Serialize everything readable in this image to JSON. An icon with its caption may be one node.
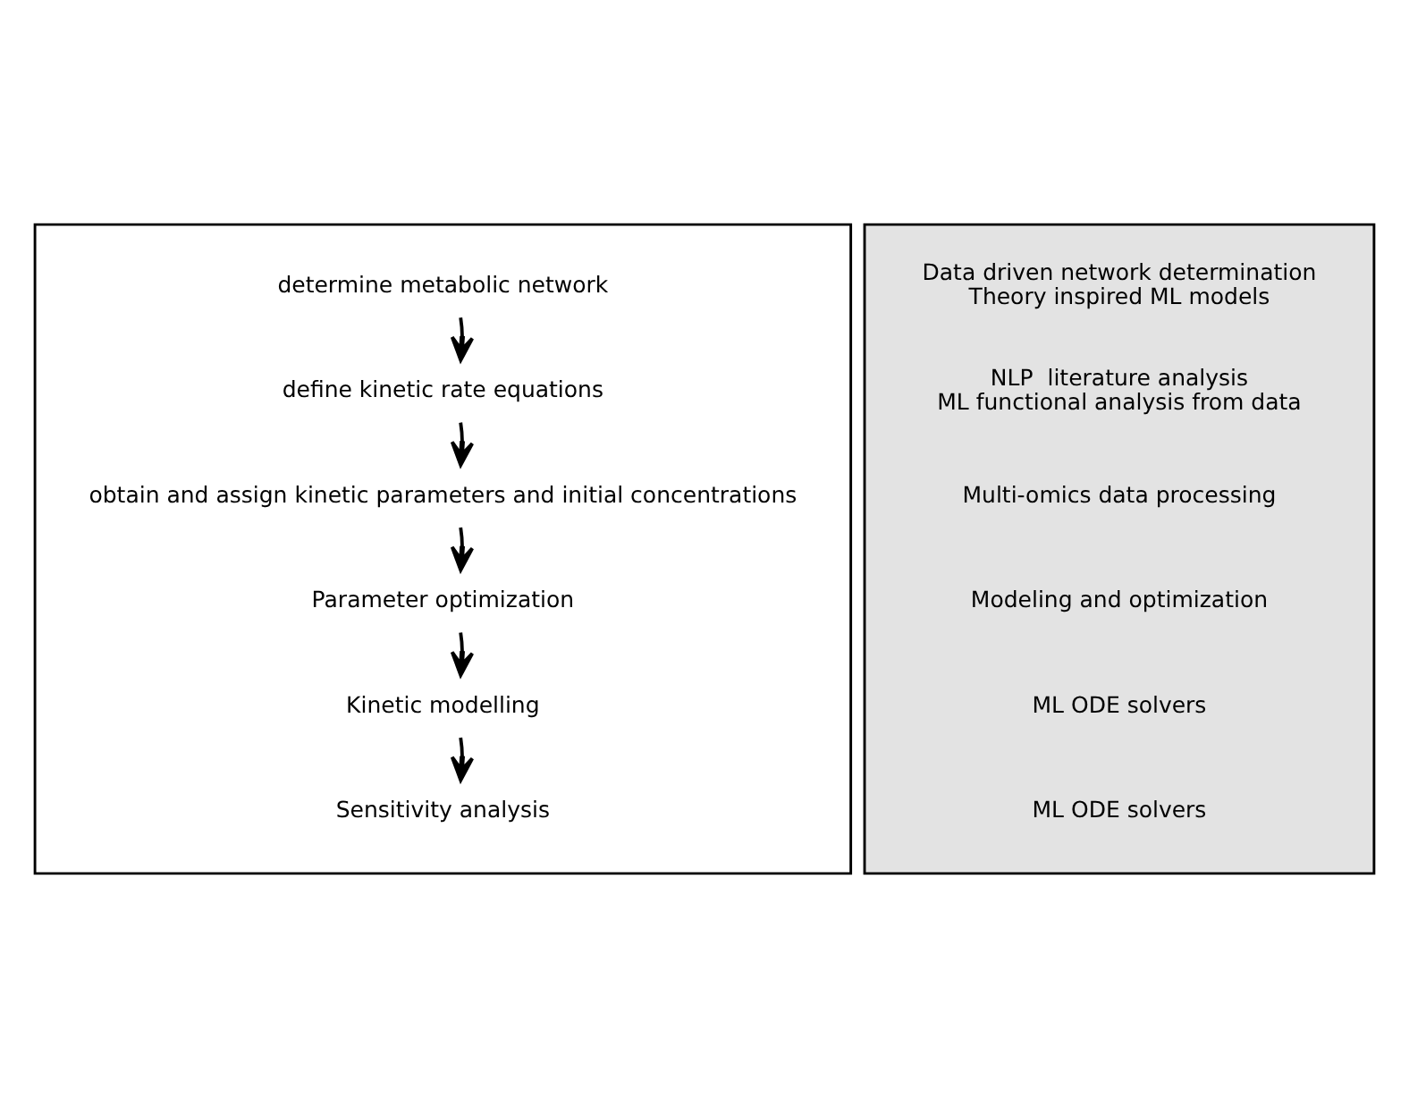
{
  "diagram": {
    "nodes": [
      {
        "text": [],
        "shape": "box"
      },
      {
        "text": [],
        "shape": "box"
      },
      {
        "text": [
          "determine metabolic network"
        ],
        "in": 0
      },
      {
        "text": [
          "define kinetic rate equations"
        ],
        "in": 0
      },
      {
        "text": [
          "obtain and assign kinetic parameters and initial concentrations"
        ],
        "in": 0
      },
      {
        "text": [
          "Parameter optimization"
        ],
        "in": 0
      },
      {
        "text": [
          "Kinetic modelling"
        ],
        "in": 0
      },
      {
        "text": [
          "Sensitivity analysis"
        ],
        "in": 0
      },
      {
        "text": [
          "Data driven network determination",
          "Theory inspired ML models"
        ],
        "in": 1
      },
      {
        "text": [
          "NLP  literature analysis",
          "ML functional analysis from data"
        ],
        "in": 1
      },
      {
        "text": [
          "Multi-omics data processing"
        ],
        "in": 1
      },
      {
        "text": [
          "Modeling and optimization"
        ],
        "in": 1
      },
      {
        "text": [
          "ML ODE solvers"
        ],
        "in": 1
      },
      {
        "text": [
          "ML ODE solvers"
        ],
        "in": 1
      }
    ],
    "edges": [
      {
        "from": 2,
        "to": 3,
        "arrow": "to"
      },
      {
        "from": 3,
        "to": 4,
        "arrow": "to"
      },
      {
        "from": 4,
        "to": 5,
        "arrow": "to"
      },
      {
        "from": 5,
        "to": 6,
        "arrow": "to"
      },
      {
        "from": 6,
        "to": 7,
        "arrow": "to"
      }
    ]
  }
}
